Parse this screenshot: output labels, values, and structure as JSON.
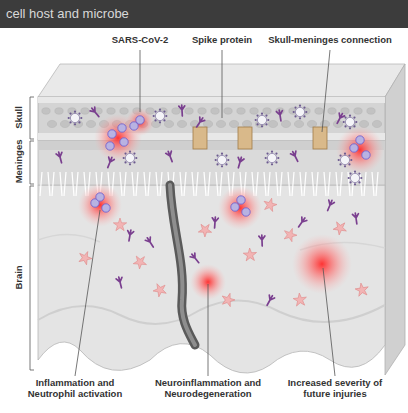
{
  "diagram": {
    "labels": [
      "cell host and microbe",
      "SARS-CoV-2",
      "Spike protein",
      "Skull-meninges connection",
      "Skull",
      "Meninges",
      "Brain",
      "Inflammation and Neutrophil activation",
      "Neuroinflammation and Neurodegeneration",
      "Increased severity of future injuries"
    ]
  }
}
